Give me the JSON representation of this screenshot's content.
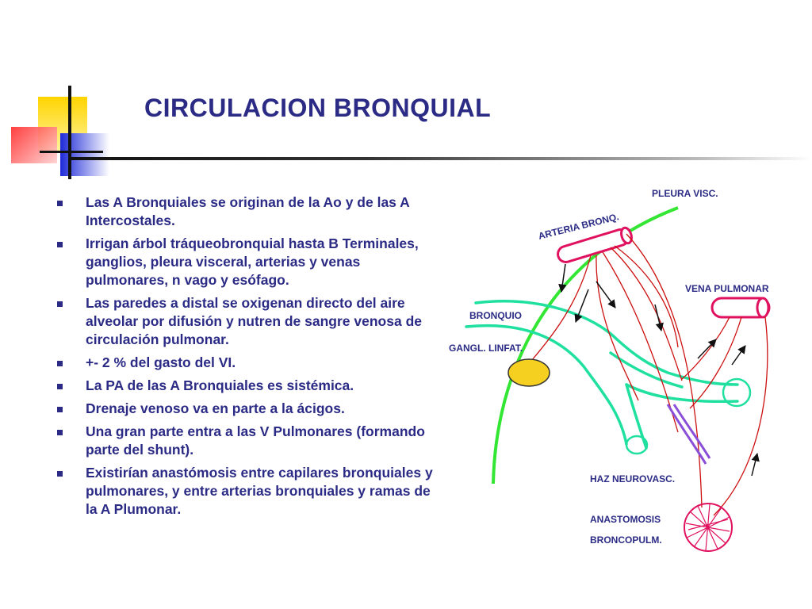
{
  "title": "CIRCULACION BRONQUIAL",
  "bullets": [
    "Las A Bronquiales se originan  de la Ao y de las A Intercostales.",
    "Irrigan árbol tráqueobronquial hasta B Terminales, ganglios, pleura visceral, arterias y venas pulmonares, n vago y esófago.",
    "Las paredes a distal se oxigenan directo del aire alveolar por difusión y nutren de sangre venosa de circulación pulmonar.",
    "+- 2 % del gasto del VI.",
    "La PA de las A Bronquiales es sistémica.",
    "Drenaje venoso va en parte a la ácigos.",
    "Una gran parte entra a las V Pulmonares (formando parte del shunt).",
    "Existirían anastómosis entre capilares bronquiales y pulmonares, y entre arterias bronquiales y ramas de la A Plumonar."
  ],
  "diagram": {
    "labels": {
      "pleura": "PLEURA VISC.",
      "arteria": "ARTERIA BRONQ.",
      "vena": "VENA PULMONAR",
      "bronquio": "BRONQUIO",
      "gangl": "GANGL. LINFAT.",
      "haz": "HAZ NEUROVASC.",
      "anast1": "ANASTOMOSIS",
      "anast2": "BRONCOPULM."
    },
    "colors": {
      "pleura": "#33e633",
      "bronchus": "#20e0a0",
      "artery": "#e0115f",
      "vessels": "#cc1010",
      "ganglion": "#f5d020",
      "nerve": "#8a4fd8",
      "text": "#2b2b86"
    }
  }
}
